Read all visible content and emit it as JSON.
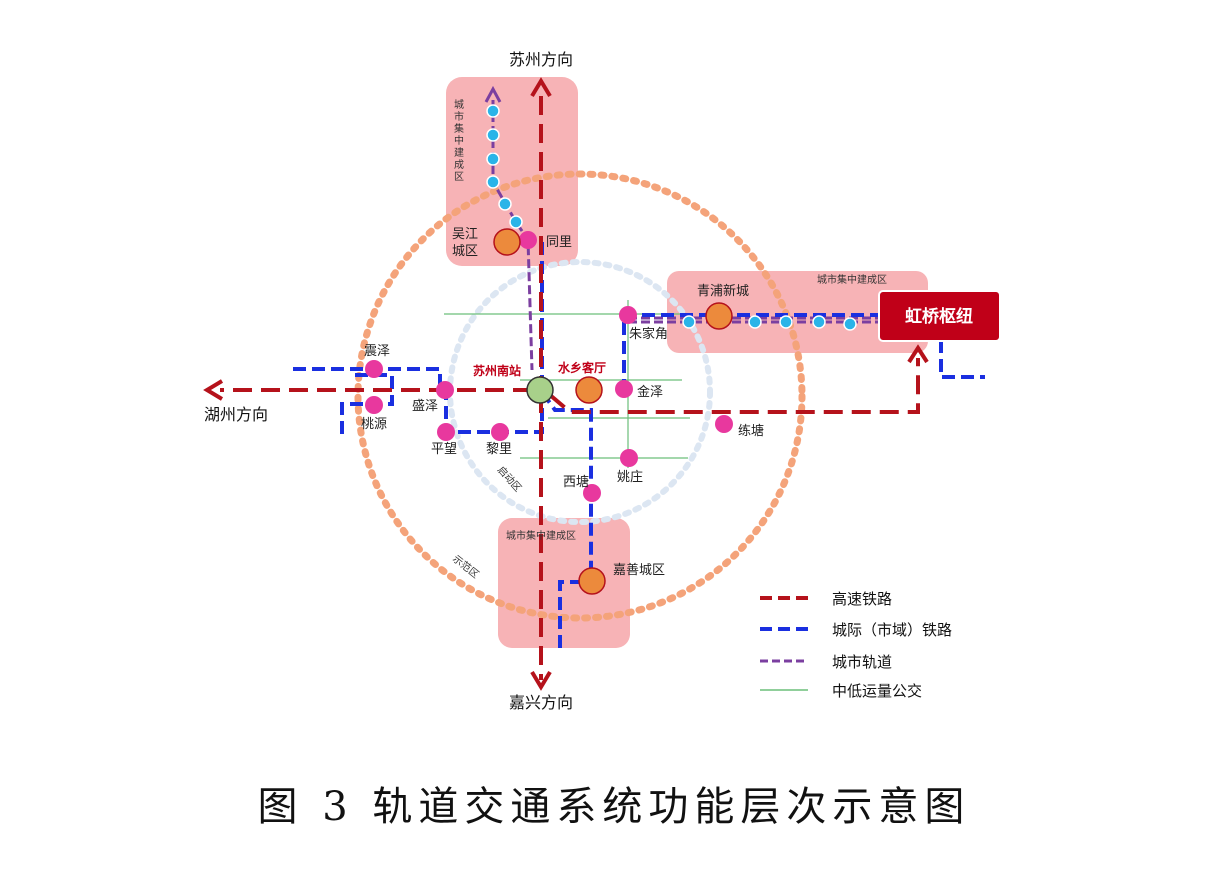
{
  "directions": {
    "north": "苏州方向",
    "west": "湖州方向",
    "south": "嘉兴方向"
  },
  "zones": {
    "wujiang_note": "城市集中建成区",
    "qingpu_note": "城市集中建成区",
    "jiashan_note": "城市集中建成区",
    "demo_zone": "示范区",
    "start_zone": "启动区"
  },
  "hub": "虹桥枢纽",
  "stations": {
    "suzhou_south": "苏州南站",
    "shuixiang": "水乡客厅",
    "wujiang_1": "吴江",
    "wujiang_2": "城区",
    "tongli": "同里",
    "qingpu": "青浦新城",
    "zhujiajiao": "朱家角",
    "zhenze": "震泽",
    "taoyuan": "桃源",
    "shengze": "盛泽",
    "pingwang": "平望",
    "lili": "黎里",
    "jinze": "金泽",
    "liantang": "练塘",
    "yaozhuang": "姚庄",
    "xitang": "西塘",
    "jiashan": "嘉善城区"
  },
  "legend": [
    {
      "label": "高速铁路",
      "color": "#b5121b"
    },
    {
      "label": "城际（市域）铁路",
      "color": "#1a2fe0"
    },
    {
      "label": "城市轨道",
      "color": "#7b3fa0"
    },
    {
      "label": "中低运量公交",
      "color": "#6cbf7a"
    }
  ],
  "caption": "图 3  轨道交通系统功能层次示意图",
  "colors": {
    "zone_fill": "#f7b3b6",
    "hsr": "#b5121b",
    "intercity": "#1a2fe0",
    "metro": "#7b3fa0",
    "bus": "#6cbf7a",
    "station_pink": "#e8389e",
    "station_orange": "#ec8a3c",
    "station_green": "#a8d08a",
    "metro_dot": "#2ab4e8",
    "outer_ring": "#f4a37a",
    "inner_ring": "#dce6f2",
    "hub_fill": "#c00018"
  }
}
